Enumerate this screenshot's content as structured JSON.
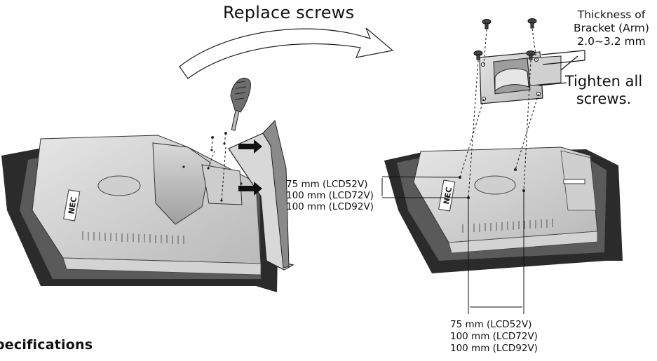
{
  "title": "Replace screws",
  "thickness_label": {
    "lines": [
      "Thickness of",
      "Bracket (Arm)",
      "2.0~3.2 mm"
    ]
  },
  "tighten_label": {
    "lines": [
      "Tighten all",
      "screws."
    ]
  },
  "hole_spacing_vertical": [
    "75 mm (LCD52V)",
    "100 mm (LCD72V)",
    "100 mm (LCD92V)"
  ],
  "hole_spacing_horizontal": [
    "75 mm (LCD52V)",
    "100 mm (LCD72V)",
    "100 mm (LCD92V)"
  ],
  "section_heading": "pecifications",
  "monitor_logo_text": "NEC"
}
